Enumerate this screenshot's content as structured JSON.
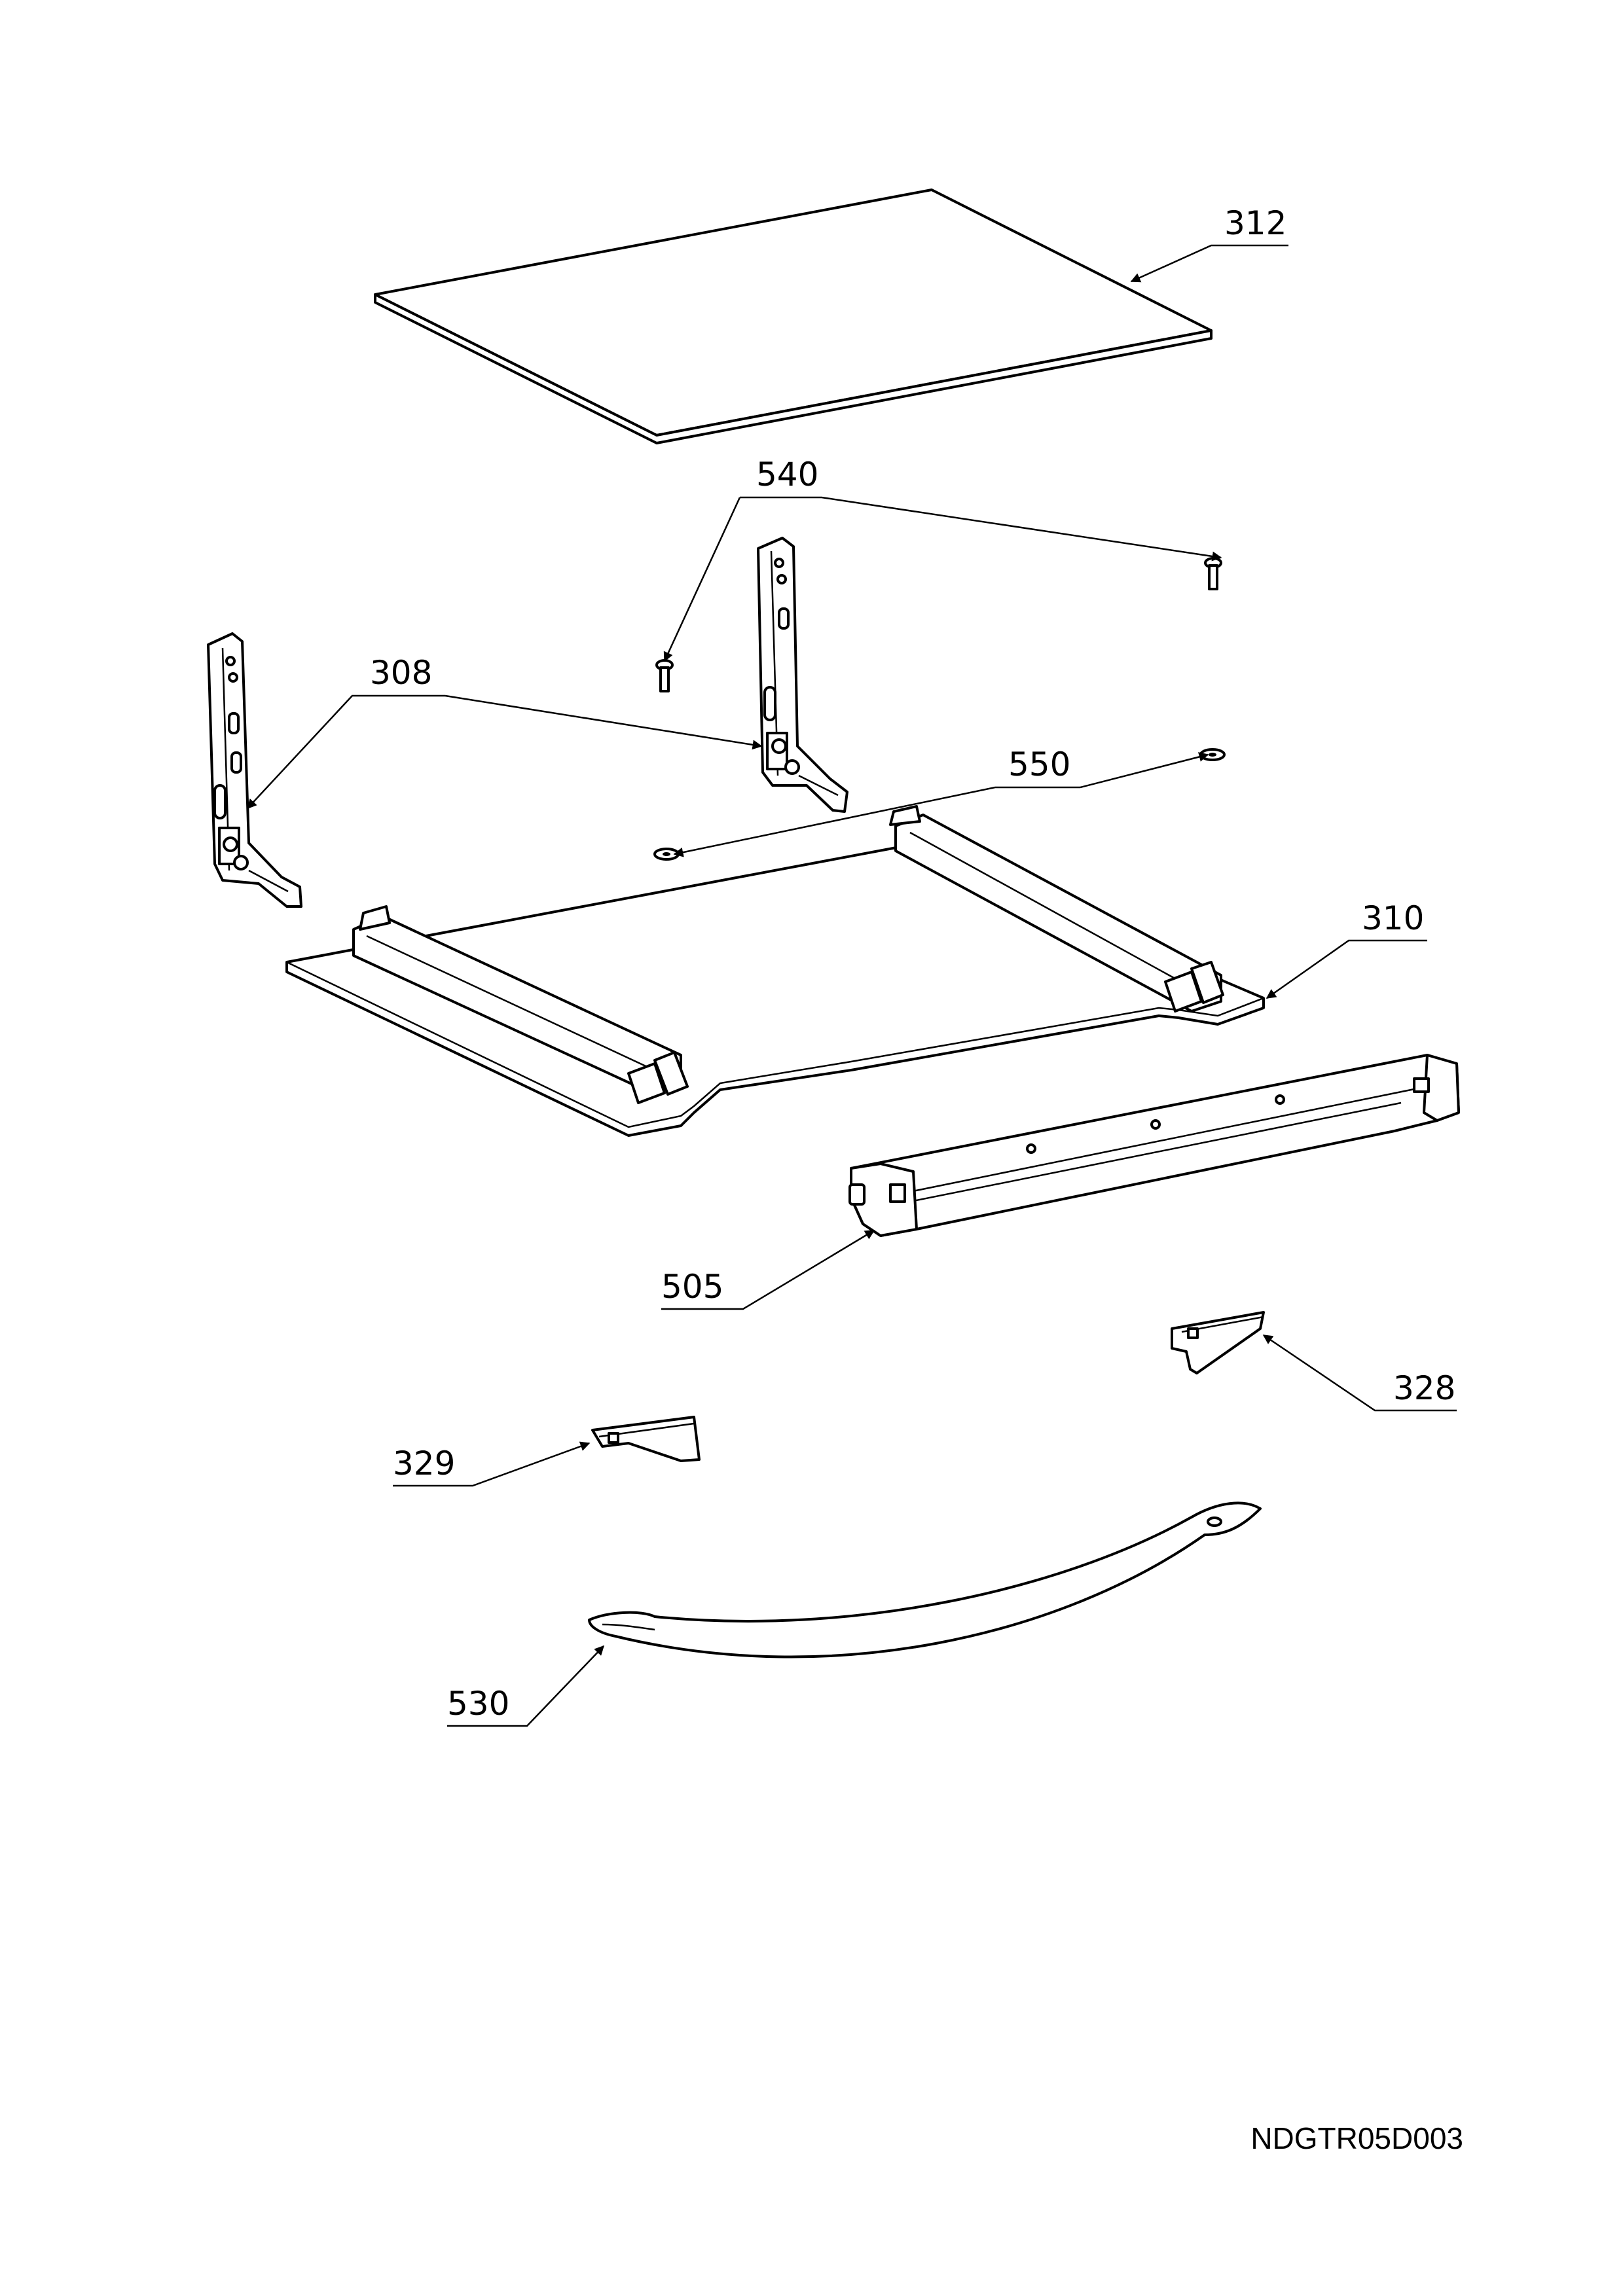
{
  "parts": [
    {
      "key": "p312",
      "label": "312"
    },
    {
      "key": "p540",
      "label": "540"
    },
    {
      "key": "p308",
      "label": "308"
    },
    {
      "key": "p550",
      "label": "550"
    },
    {
      "key": "p310",
      "label": "310"
    },
    {
      "key": "p505",
      "label": "505"
    },
    {
      "key": "p328",
      "label": "328"
    },
    {
      "key": "p329",
      "label": "329"
    },
    {
      "key": "p530",
      "label": "530"
    }
  ],
  "drawing_code": "NDGTR05D003"
}
